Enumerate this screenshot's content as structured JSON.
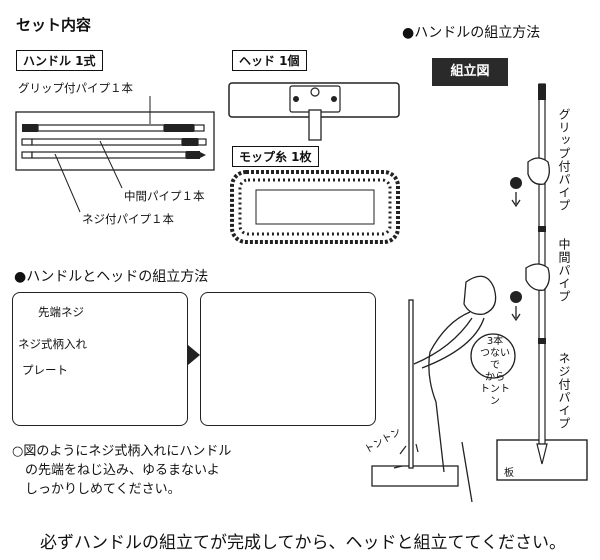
{
  "set_contents": {
    "title": "セット内容",
    "handle_tag": "ハンドル 1式",
    "grip_pipe": "グリップ付パイプ１本",
    "middle_pipe": "中間パイプ１本",
    "screw_pipe": "ネジ付パイプ１本",
    "head_tag": "ヘッド 1個",
    "mop_tag": "モップ糸 1枚"
  },
  "handle_assembly": {
    "title": "●ハンドルの組立方法",
    "diagram_label": "組立図",
    "grip_label": "グリップ付パイプ",
    "middle_label": "中間パイプ",
    "screw_label": "ネジ付パイプ",
    "bubble": [
      "3本",
      "つないで",
      "から",
      "トントン"
    ],
    "sound": "トントン",
    "board": "板"
  },
  "head_assembly": {
    "title": "●ハンドルとヘッドの組立方法",
    "tip_screw": "先端ネジ",
    "screw_socket": "ネジ式柄入れ",
    "plate": "プレート",
    "note": [
      "○図のようにネジ式柄入れにハンドル",
      "　の先端をねじ込み、ゆるまないよ",
      "　しっかりしめてください。"
    ]
  },
  "footer": "必ずハンドルの組立てが完成してから、ヘッドと組立ててください。"
}
